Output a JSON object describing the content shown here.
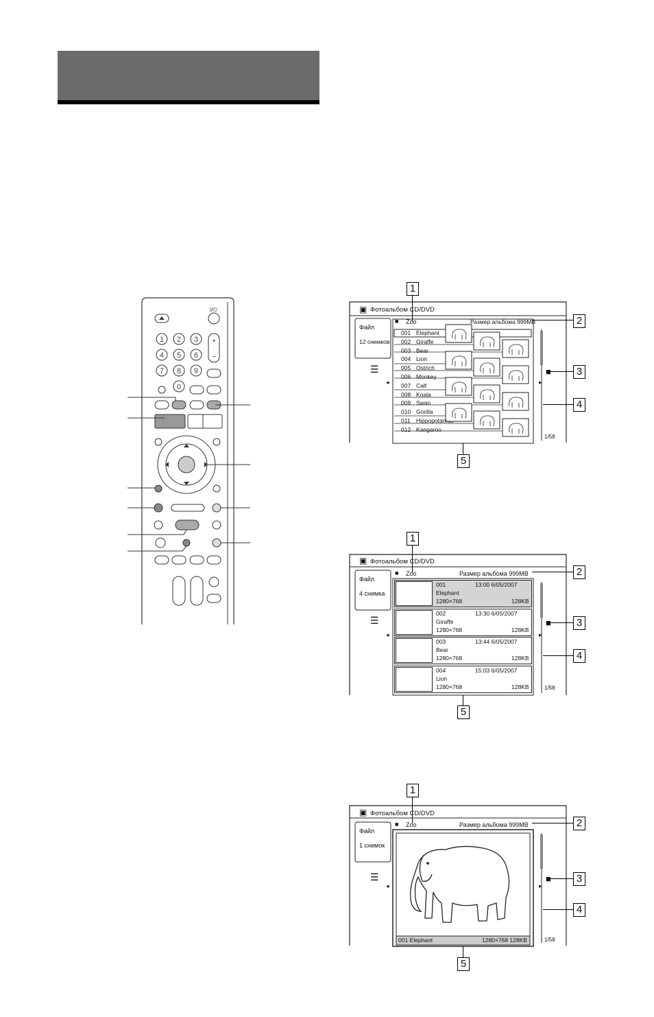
{
  "screen_title": "Фотоальбом CD/DVD",
  "folder_name": "Zoo",
  "album_size": "Размер альбома 999MB",
  "file_label": "Файл",
  "page_counter": "1/58",
  "callouts": [
    "1",
    "2",
    "3",
    "4",
    "5"
  ],
  "screen1": {
    "count": "12 снимков",
    "rows": [
      {
        "num": "001",
        "name": "Elephant"
      },
      {
        "num": "002",
        "name": "Giraffe"
      },
      {
        "num": "003",
        "name": "Bear"
      },
      {
        "num": "004",
        "name": "Lion"
      },
      {
        "num": "005",
        "name": "Ostrich"
      },
      {
        "num": "006",
        "name": "Monkey"
      },
      {
        "num": "007",
        "name": "Calf"
      },
      {
        "num": "008",
        "name": "Koala"
      },
      {
        "num": "009",
        "name": "Swan"
      },
      {
        "num": "010",
        "name": "Gorilla"
      },
      {
        "num": "011",
        "name": "Hippopotamus"
      },
      {
        "num": "012",
        "name": "Kangaroo"
      }
    ]
  },
  "screen2": {
    "count": "4 снимка",
    "items": [
      {
        "num": "001",
        "time": "13:00 6/05/2007",
        "name": "Elephant",
        "res": "1280×768",
        "size": "128KB"
      },
      {
        "num": "002",
        "time": "13:30 6/05/2007",
        "name": "Giraffe",
        "res": "1280×768",
        "size": "128KB"
      },
      {
        "num": "003",
        "time": "13:44 6/05/2007",
        "name": "Bear",
        "res": "1280×768",
        "size": "128KB"
      },
      {
        "num": "004",
        "time": "15:03 6/05/2007",
        "name": "Lion",
        "res": "1280×768",
        "size": "128KB"
      }
    ]
  },
  "screen3": {
    "count": "1 снимок",
    "caption_name": "001 Elephant",
    "caption_info": "1280×768  128KB"
  },
  "remote": {
    "digits": [
      "1",
      "2",
      "3",
      "4",
      "5",
      "6",
      "7",
      "8",
      "9",
      "0"
    ],
    "power_symbol": "I/⏻"
  }
}
